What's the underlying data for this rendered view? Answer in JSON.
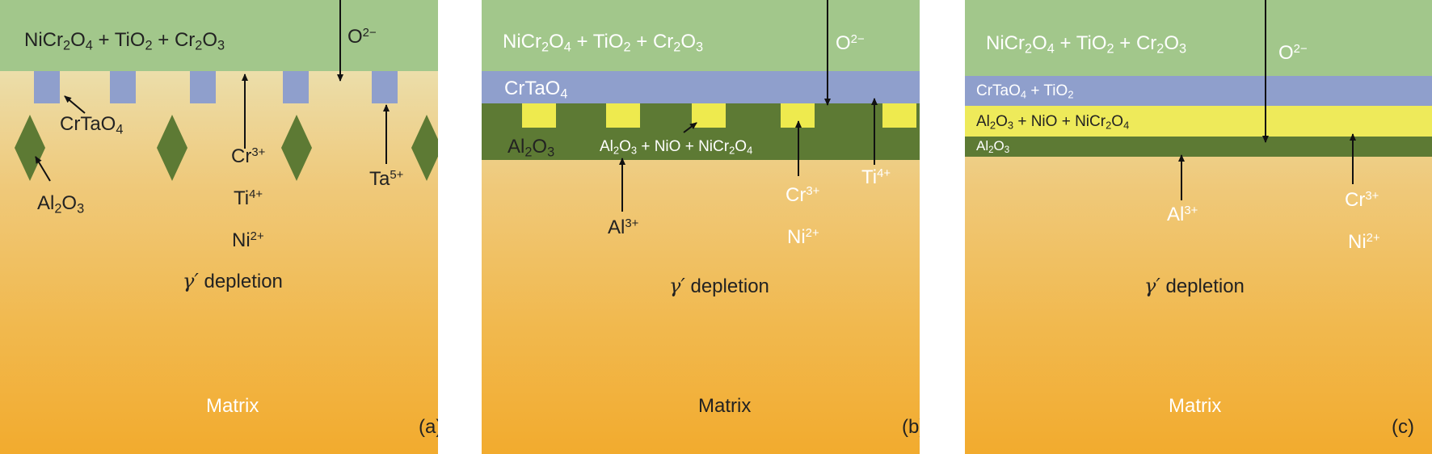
{
  "panels": {
    "a": {
      "top_layer": [
        "NiCr",
        "2",
        "O",
        "4",
        " + TiO",
        "2",
        " + Cr",
        "2",
        "O",
        "3"
      ],
      "oxygen": [
        "O",
        "2−"
      ],
      "crtao4": [
        "CrTaO",
        "4"
      ],
      "al2o3": [
        "Al",
        "2",
        "O",
        "3"
      ],
      "cr": [
        "Cr",
        "3+"
      ],
      "ti": [
        "Ti",
        "4+"
      ],
      "ni": [
        "Ni",
        "2+"
      ],
      "ta": [
        "Ta",
        "5+"
      ],
      "gamma_symbol": "γ′",
      "depletion": " depletion",
      "matrix": "Matrix",
      "label": "(a)"
    },
    "b": {
      "top_layer": [
        "NiCr",
        "2",
        "O",
        "4",
        " + TiO",
        "2",
        " + Cr",
        "2",
        "O",
        "3"
      ],
      "oxygen": [
        "O",
        "2−"
      ],
      "crtao4": [
        "CrTaO",
        "4"
      ],
      "al2o3": [
        "Al",
        "2",
        "O",
        "3"
      ],
      "mixed": [
        "Al",
        "2",
        "O",
        "3",
        " + NiO + NiCr",
        "2",
        "O",
        "4"
      ],
      "al": [
        "Al",
        "3+"
      ],
      "cr": [
        "Cr",
        "3+"
      ],
      "ti": [
        "Ti",
        "4+"
      ],
      "ni": [
        "Ni",
        "2+"
      ],
      "gamma_symbol": "γ′",
      "depletion": " depletion",
      "matrix": "Matrix",
      "label": "(b)"
    },
    "c": {
      "top_layer": [
        "NiCr",
        "2",
        "O",
        "4",
        " + TiO",
        "2",
        " + Cr",
        "2",
        "O",
        "3"
      ],
      "oxygen": [
        "O",
        "2−"
      ],
      "crtao4_tio2": [
        "CrTaO",
        "4",
        " + TiO",
        "2"
      ],
      "mixed": [
        "Al",
        "2",
        "O",
        "3",
        " + NiO + NiCr",
        "2",
        "O",
        "4"
      ],
      "al2o3": [
        "Al",
        "2",
        "O",
        "3"
      ],
      "al": [
        "Al",
        "3+"
      ],
      "cr": [
        "Cr",
        "3+"
      ],
      "ni": [
        "Ni",
        "2+"
      ],
      "gamma_symbol": "γ′",
      "depletion": " depletion",
      "matrix": "Matrix",
      "label": "(c)"
    }
  },
  "colors": {
    "oxide_top": "#a2c78b",
    "crtao4": "#8f9fcc",
    "mixed_oxide": "#eeea5a",
    "alumina": "#5d7a34",
    "matrix_top": "#eaf0cf",
    "matrix_bottom": "#f2ab2e"
  }
}
